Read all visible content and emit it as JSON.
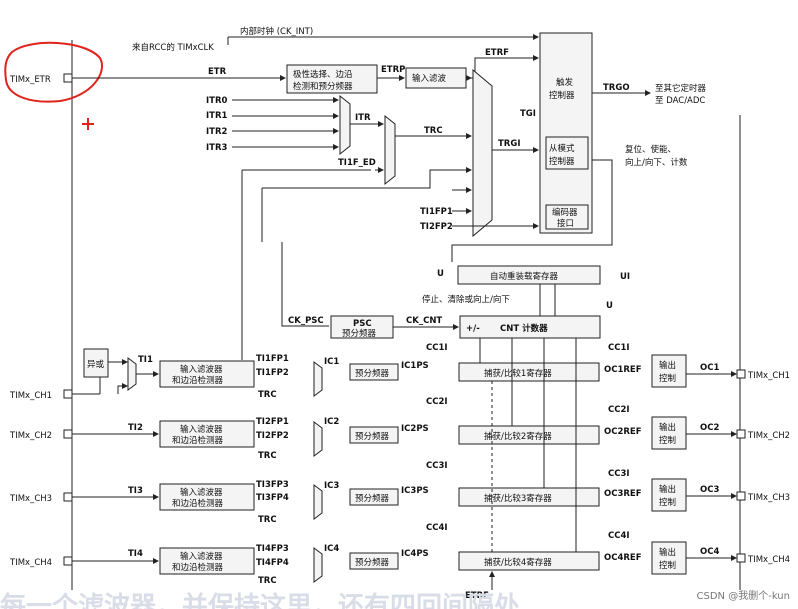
{
  "pins": {
    "etr": "TIMx_ETR",
    "ch1": "TIMx_CH1",
    "ch2": "TIMx_CH2",
    "ch3": "TIMx_CH3",
    "ch4": "TIMx_CH4"
  },
  "clock": {
    "internal": "内部时钟 (CK_INT)",
    "rcc": "来自RCC的 TIMxCLK"
  },
  "signals": {
    "etr": "ETR",
    "etrp": "ETRP",
    "etrf": "ETRF",
    "itr0": "ITR0",
    "itr1": "ITR1",
    "itr2": "ITR2",
    "itr3": "ITR3",
    "itr": "ITR",
    "trc": "TRC",
    "tgi": "TGI",
    "trgi": "TRGI",
    "ti1f_ed": "TI1F_ED",
    "ti1fp1": "TI1FP1",
    "ti2fp2": "TI2FP2",
    "trgo": "TRGO",
    "ck_psc": "CK_PSC",
    "ck_cnt": "CK_CNT",
    "u": "U",
    "ui": "UI",
    "ti1": "TI1",
    "ti2": "TI2",
    "ti3": "TI3",
    "ti4": "TI4",
    "ch1_fp1": "TI1FP1",
    "ch1_fp2": "TI1FP2",
    "ch2_fp1": "TI2FP1",
    "ch2_fp2": "TI2FP2",
    "ch3_fp1": "TI3FP3",
    "ch3_fp2": "TI3FP4",
    "ch4_fp1": "TI4FP3",
    "ch4_fp2": "TI4FP4",
    "ic1": "IC1",
    "ic2": "IC2",
    "ic3": "IC3",
    "ic4": "IC4",
    "ic1ps": "IC1PS",
    "ic2ps": "IC2PS",
    "ic3ps": "IC3PS",
    "ic4ps": "IC4PS",
    "cc1i": "CC1I",
    "cc2i": "CC2I",
    "cc3i": "CC3I",
    "cc4i": "CC4I",
    "oc1ref": "OC1REF",
    "oc2ref": "OC2REF",
    "oc3ref": "OC3REF",
    "oc4ref": "OC4REF",
    "oc1": "OC1",
    "oc2": "OC2",
    "oc3": "OC3",
    "oc4": "OC4",
    "etrf_bottom": "ETRF"
  },
  "blocks": {
    "polarity_1": "极性选择、边沿",
    "polarity_2": "检测和预分频器",
    "input_filter": "输入滤波",
    "trigger_1": "触发",
    "trigger_2": "控制器",
    "slave_1": "从模式",
    "slave_2": "控制器",
    "encoder_1": "编码器",
    "encoder_2": "接口",
    "arr": "自动重装载寄存器",
    "stop_clear": "停止、清除或向上/向下",
    "psc_1": "PSC",
    "psc_2": "预分频器",
    "cnt_sign": "+/-",
    "cnt": "CNT 计数器",
    "xor": "异或",
    "filter_1": "输入滤波器",
    "filter_2": "和边沿检测器",
    "prescaler": "预分频器",
    "cc1": "捕获/比较1寄存器",
    "cc2": "捕获/比较2寄存器",
    "cc3": "捕获/比较3寄存器",
    "cc4": "捕获/比较4寄存器",
    "outctl_1": "输出",
    "outctl_2": "控制"
  },
  "notes": {
    "trgo_1": "至其它定时器",
    "trgo_2": "至 DAC/ADC",
    "slave_1": "复位、使能、",
    "slave_2": "向上/向下、计数"
  },
  "caption": "每一个滤波器，并保持这里，还有四回间隔处",
  "watermark": "CSDN @我删个-kun",
  "colors": {
    "annotation": "#e0241b",
    "block_fill": "#f4f4f4",
    "line": "#222222"
  }
}
